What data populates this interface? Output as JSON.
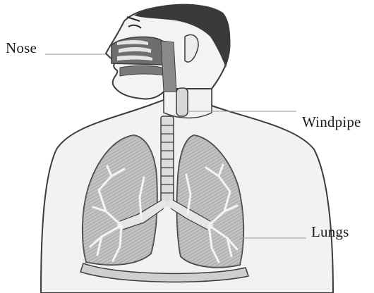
{
  "labels": {
    "nose": "Nose",
    "windpipe": "Windpipe",
    "lungs": "Lungs"
  },
  "colors": {
    "hair": "#3a3a3a",
    "skin": "#f1f1f1",
    "outline": "#3c3c3c",
    "lung_fill": "#9a9a9a",
    "airway": "#dcdcdc",
    "leader_line": "#9a9a9a"
  }
}
